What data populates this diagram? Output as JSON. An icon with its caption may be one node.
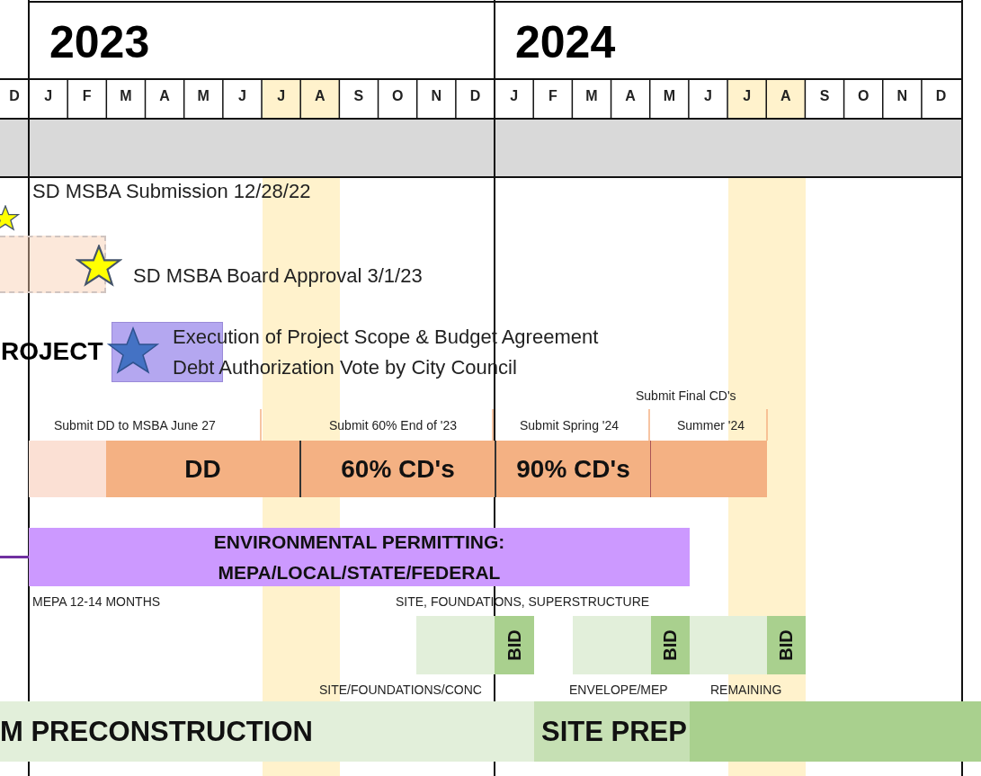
{
  "diagram": {
    "nodes": [
      {
        "text": [],
        "shape": "bar"
      },
      {
        "text": [],
        "shape": "box"
      },
      {
        "text": [],
        "shape": "bar"
      },
      {
        "text": [
          "DD"
        ]
      },
      {
        "text": [
          "60% CD's"
        ]
      },
      {
        "text": [
          "90% CD's"
        ]
      },
      {
        "text": [],
        "shape": "bar"
      },
      {
        "text": [
          "ENVIRONMENTAL PERMITTING: MEPA/LOCAL/STATE/FEDERAL"
        ],
        "beside": [
          "MEPA 12-14 MONTHS"
        ]
      },
      {
        "text": [],
        "shape": "bar"
      },
      {
        "text": [
          "BID"
        ]
      },
      {
        "text": [],
        "shape": "bar"
      },
      {
        "text": [
          "BID"
        ]
      },
      {
        "text": [],
        "shape": "bar"
      },
      {
        "text": [
          "BID"
        ]
      },
      {
        "text": [
          "M PRECONSTRUCTION"
        ]
      },
      {
        "text": [
          "SITE PREP"
        ]
      },
      {
        "text": [],
        "shape": "bar"
      }
    ],
    "edges": [
      {
        "from": null,
        "to": 7,
        "arrow": "none",
        "color": "#7030a0"
      }
    ],
    "labels": [
      "2023",
      "2024",
      "D",
      "J",
      "F",
      "M",
      "A",
      "M",
      "J",
      "J",
      "A",
      "S",
      "O",
      "N",
      "D",
      "J",
      "F",
      "M",
      "A",
      "M",
      "J",
      "J",
      "A",
      "S",
      "O",
      "N",
      "D",
      "SD MSBA Submission 12/28/22",
      "SD MSBA Board Approval 3/1/23",
      "ROJECT",
      "Execution of Project Scope & Budget Agreement",
      "Debt Authorization Vote by City Council",
      "Submit Final CD's",
      "Submit DD to MSBA June 27",
      "Submit 60% End of '23",
      "Submit Spring '24",
      "Summer '24",
      "SITE, FOUNDATIONS, SUPERSTRUCTURE",
      "SITE/FOUNDATIONS/CONC",
      "ENVELOPE/MEP",
      "REMAINING"
    ]
  }
}
